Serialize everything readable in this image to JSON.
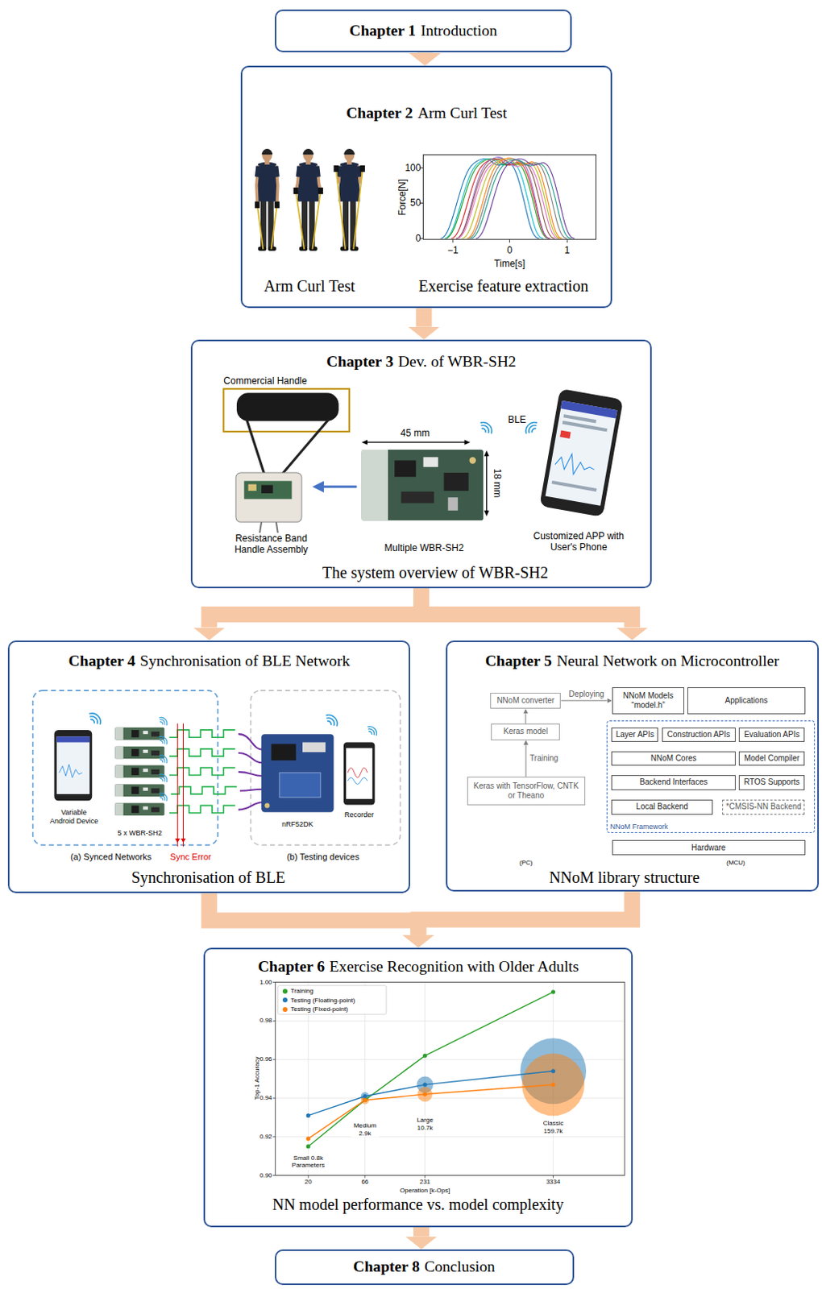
{
  "diagram": {
    "nodes": [
      {
        "text": [
          "Chapter 1",
          "Introduction"
        ]
      },
      {
        "text": [
          "Chapter 2",
          "Arm Curl Test",
          "Arm Curl Test",
          "Exercise feature extraction"
        ]
      },
      {
        "text": [
          "Chapter 3",
          "Dev. of WBR-SH2",
          "The system overview of WBR-SH2"
        ]
      },
      {
        "text": [
          "Chapter 4",
          "Synchronisation of BLE Network",
          "Synchronisation of BLE"
        ]
      },
      {
        "text": [
          "Chapter 5",
          "Neural Network on Microcontroller",
          "NNoM library structure"
        ]
      },
      {
        "text": [
          "NNoM converter"
        ],
        "in": 4
      },
      {
        "text": [
          "NNoM Models “model.h”"
        ],
        "in": 4
      },
      {
        "text": [
          "Applications"
        ],
        "in": 4
      },
      {
        "text": [
          "Keras model"
        ],
        "in": 4
      },
      {
        "text": [
          "NNoM Framework"
        ],
        "in": 4
      },
      {
        "text": [
          "Layer APIs"
        ],
        "in": 9
      },
      {
        "text": [
          "Construction APIs"
        ],
        "in": 9
      },
      {
        "text": [
          "Evaluation APIs"
        ],
        "in": 9
      },
      {
        "text": [
          "NNoM Cores"
        ],
        "in": 9
      },
      {
        "text": [
          "Model Compiler"
        ],
        "in": 9
      },
      {
        "text": [
          "Backend Interfaces"
        ],
        "in": 9
      },
      {
        "text": [
          "RTOS Supports"
        ],
        "in": 9
      },
      {
        "text": [
          "Local Backend"
        ],
        "in": 9
      },
      {
        "text": [
          "*CMSIS-NN Backend"
        ],
        "in": 9
      },
      {
        "text": [
          "Keras with TensorFlow, CNTK or Theano"
        ],
        "in": 4
      },
      {
        "text": [
          "Hardware"
        ],
        "in": 4
      },
      {
        "text": [
          "Chapter 6",
          "Exercise Recognition with Older Adults",
          "NN model performance vs. model complexity"
        ]
      },
      {
        "text": [
          "Chapter 8",
          "Conclusion"
        ]
      }
    ],
    "edges": [
      {
        "from": 0,
        "to": 1,
        "arrow": "to"
      },
      {
        "from": 1,
        "to": 2,
        "arrow": "to"
      },
      {
        "from": 2,
        "to": 3,
        "arrow": "to"
      },
      {
        "from": 2,
        "to": 4,
        "arrow": "to"
      },
      {
        "from": 3,
        "to": 21,
        "arrow": "to"
      },
      {
        "from": 4,
        "to": 21,
        "arrow": "to"
      },
      {
        "from": 19,
        "to": 8,
        "label": "Training",
        "arrow": "to"
      },
      {
        "from": 8,
        "to": 5,
        "arrow": "to"
      },
      {
        "from": 5,
        "to": 6,
        "label": "Deploying",
        "arrow": "to"
      },
      {
        "from": 21,
        "to": 22,
        "arrow": "to"
      }
    ],
    "labels": [
      "100",
      "50",
      "0",
      "Force[N]",
      "−1",
      "0",
      "1",
      "Time[s]",
      "Commercial Handle",
      "45 mm",
      "BLE",
      "18 mm",
      "Resistance Band Handle Assembly",
      "Multiple WBR-SH2",
      "Customized APP with User's Phone",
      "Variable Android Device",
      "5 x WBR-SH2",
      "(a) Synced Networks",
      "Sync Error",
      "nRF52DK",
      "Recorder",
      "(b) Testing devices",
      "(PC)",
      "(MCU)",
      "1.00",
      "0.98",
      "0.96",
      "0.94",
      "0.92",
      "0.90",
      "Top-1 Accuracy",
      "Small 0.8k Parameters",
      "Medium 2.9k",
      "Large 10.7k",
      "Classic 159.7k",
      "20",
      "66",
      "231",
      "3334",
      "Operation [k-Ops]"
    ],
    "legend": [
      {
        "text": "Training",
        "color": "#2ca02c"
      },
      {
        "text": "Testing (Floating-point)",
        "color": "#1f77b4"
      },
      {
        "text": "Testing (Fixed-point)",
        "color": "#ff7f0e"
      }
    ]
  }
}
